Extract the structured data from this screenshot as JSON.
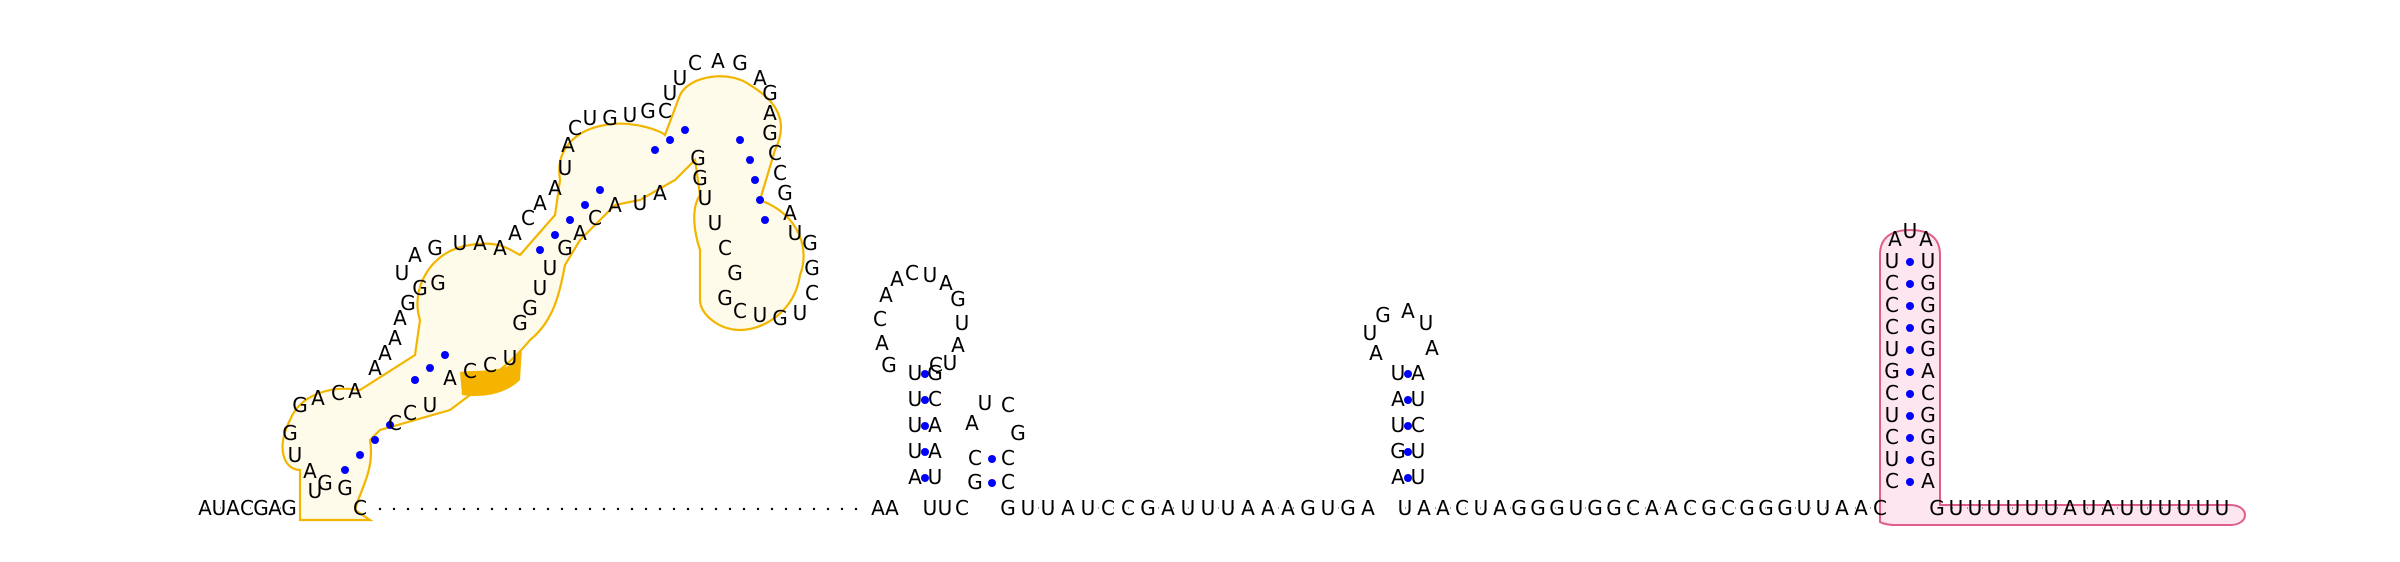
{
  "diagram": {
    "type": "rna-secondary-structure",
    "colors": {
      "pair_dot": "#0000ff",
      "backbone": "#000000",
      "domain1_outline": "#f2b500",
      "domain1_fill": "#fff3c4",
      "domain1_highlight": "#f4b400",
      "domain2_outline": "#e05c8a",
      "domain2_fill": "#fbd6e4"
    },
    "elements": [
      {
        "id": "five-prime-tail",
        "sequence": "AUACGAG"
      },
      {
        "id": "hairpin-domain-1",
        "sequence": "GACA GGAAA AGUAA CAAUA CUGUGC UUCAGAG AGCCGAU GGCUGUCG GCUU AUAC AGUU GGUAUCC CUGC",
        "highlight": "CCU"
      },
      {
        "id": "unstructured-linker",
        "sequence": "..........................................."
      },
      {
        "id": "hairpin-3",
        "sequence": "AA UUUUUGACAACUAGUAUCAG"
      },
      {
        "id": "hairpin-4",
        "sequence": "UCG AUCG CC"
      },
      {
        "id": "mid-strand",
        "sequence": "GUUAUCCGAUUUAAAGUGA"
      },
      {
        "id": "hairpin-5",
        "sequence": "AGGUAUGAUAUCUCAU"
      },
      {
        "id": "three-prime-strand",
        "sequence": "UAACUAGGGUGGCAACGCGGGUUAAC"
      },
      {
        "id": "hairpin-domain-2",
        "sequence": "CUCUGCUCCUU AUA UAGGGACGGGGA"
      },
      {
        "id": "three-prime-tail",
        "sequence": "GUUUUUUAUAUUUUUU"
      }
    ]
  }
}
